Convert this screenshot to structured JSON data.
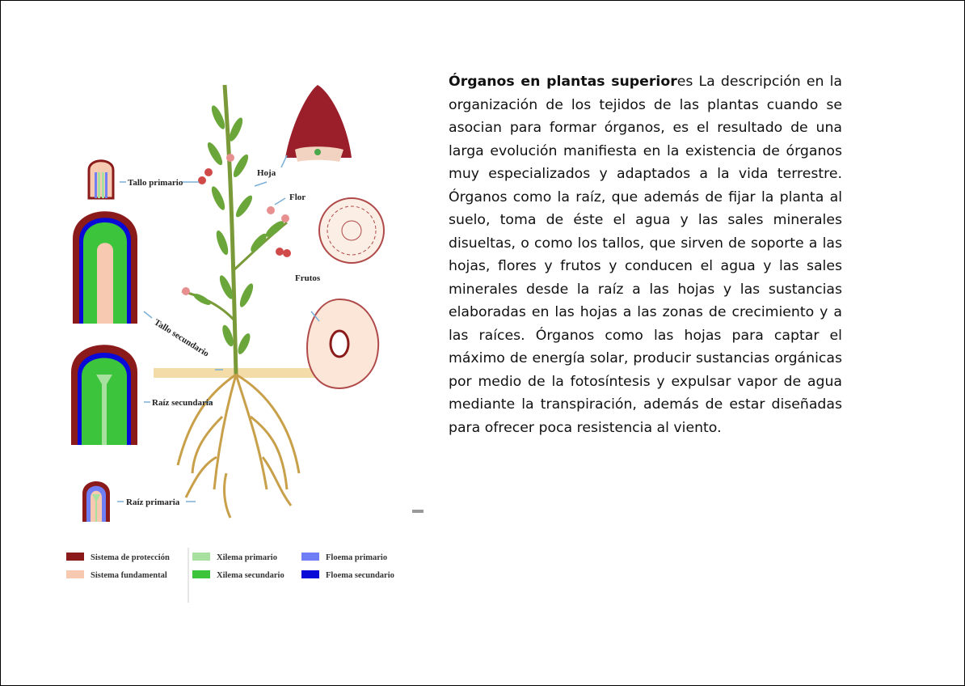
{
  "figure": {
    "labels": {
      "hoja": "Hoja",
      "flor": "Flor",
      "frutos": "Frutos",
      "tallo_primario": "Tallo primario",
      "tallo_secundario": "Tallo secundario",
      "raiz_secundaria": "Raíz secundaria",
      "raiz_primaria": "Raíz primaria"
    },
    "legend": [
      {
        "label": "Sistema de protección",
        "color": "#8b1a1a"
      },
      {
        "label": "Sistema fundamental",
        "color": "#f6c9b0"
      },
      {
        "label": "Xilema primario",
        "color": "#a8e0a0"
      },
      {
        "label": "Xilema secundario",
        "color": "#3cc43c"
      },
      {
        "label": "Floema primario",
        "color": "#6f7ef5"
      },
      {
        "label": "Floema secundario",
        "color": "#0a0ad8"
      }
    ]
  },
  "article": {
    "title_bold": "Órganos en plantas superior",
    "title_tail": "es",
    "body": "La descripción en la organización de los tejidos de las plantas cuando se asocian para formar órganos, es el resultado de una larga evolución manifiesta en la existencia de órganos muy especializados y adaptados a la vida terrestre. Órganos como la raíz, que además de fijar la planta al suelo, toma de éste el agua y las sales minerales disueltas, o como los tallos, que sirven de soporte a las hojas, flores y frutos y conducen el agua y las sales minerales desde la raíz a las hojas y las sustancias elaboradas en las hojas a las zonas de crecimiento y a las raíces. Órganos como las hojas para captar el máximo de energía solar, producir sustancias orgánicas por medio de la fotosíntesis y expulsar vapor de agua mediante la transpiración, además de estar diseñadas para ofrecer poca resistencia al viento."
  }
}
